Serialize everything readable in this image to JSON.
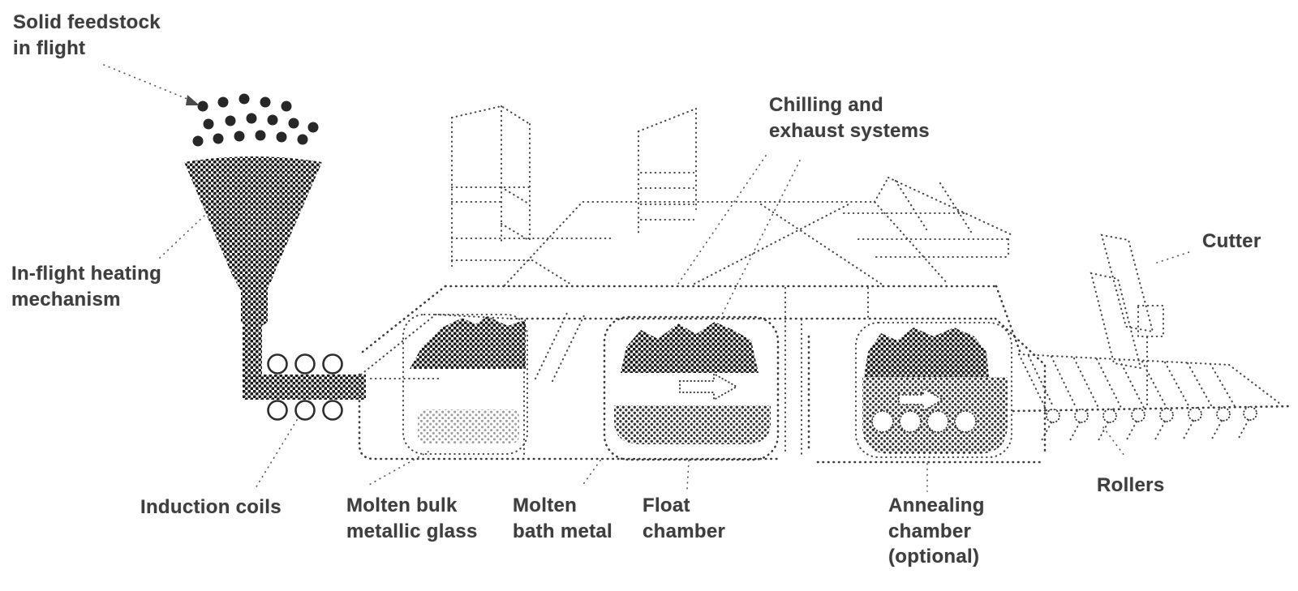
{
  "figure": {
    "background_color": "#ffffff",
    "ink_color": "#3e3e3e",
    "labels": {
      "solid_feedstock": "Solid feedstock\nin flight",
      "in_flight_heating": "In-flight heating\nmechanism",
      "induction_coils": "Induction coils",
      "molten_bulk": "Molten bulk\nmetallic glass",
      "molten_bath": "Molten\nbath metal",
      "float_chamber": "Float\nchamber",
      "chilling": "Chilling and\nexhaust systems",
      "annealing": "Annealing\nchamber\n(optional)",
      "rollers": "Rollers",
      "cutter": "Cutter"
    }
  }
}
